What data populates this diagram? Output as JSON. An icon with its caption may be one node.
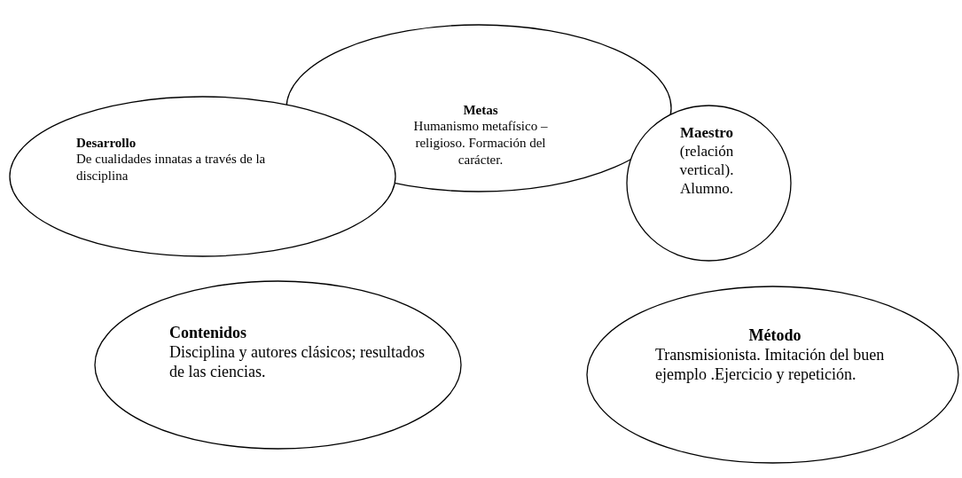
{
  "diagram": {
    "nodes": [
      {
        "text": [
          "Metas",
          "Humanismo metafísico – religioso. Formación del carácter."
        ]
      },
      {
        "text": [
          "Desarrollo",
          "De cualidades innatas a través de la disciplina"
        ]
      },
      {
        "text": [
          "Maestro",
          "(relación vertical). Alumno."
        ]
      },
      {
        "text": [
          "Contenidos",
          "Disciplina y autores clásicos; resultados de las ciencias."
        ]
      },
      {
        "text": [
          "Método",
          "Transmisionista. Imitación del buen ejemplo .Ejercicio y repetición."
        ]
      }
    ]
  }
}
